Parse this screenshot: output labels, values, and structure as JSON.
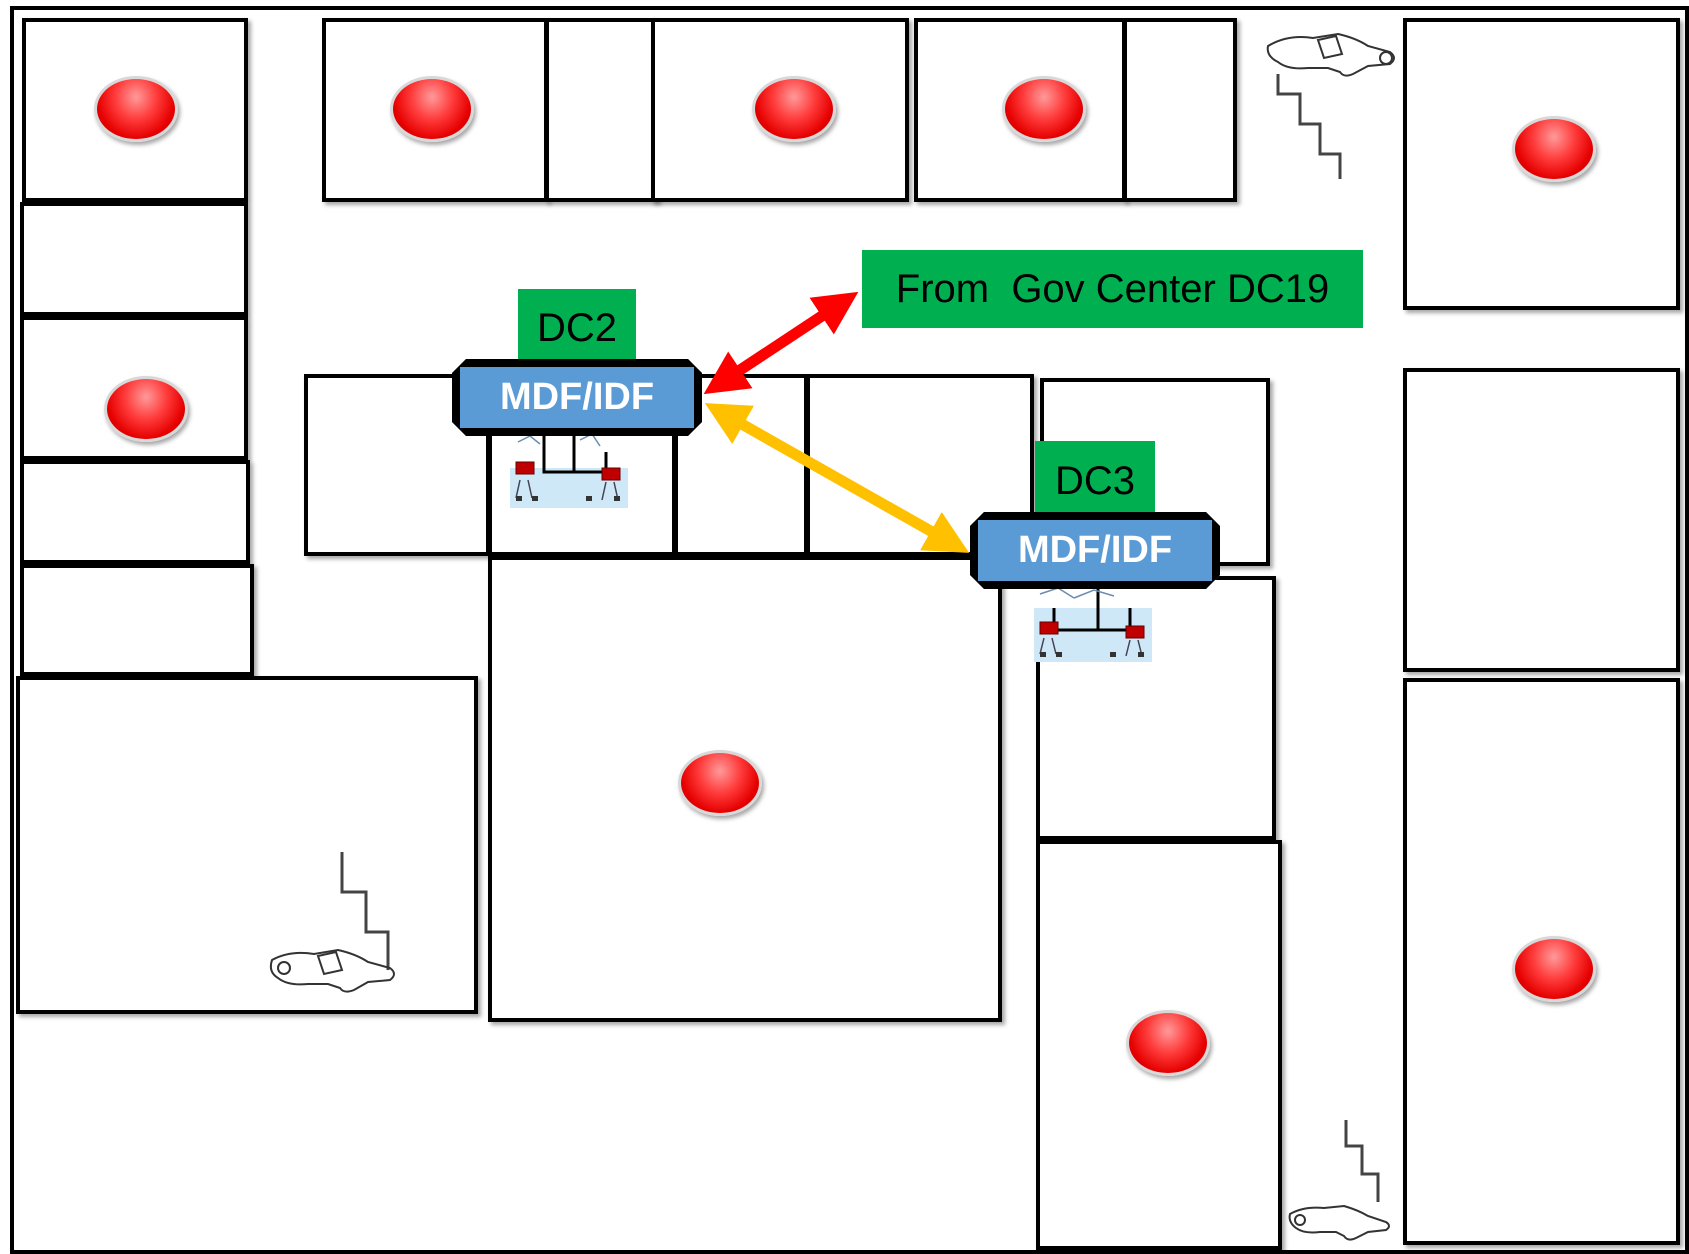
{
  "labels": {
    "source": "From  Gov Center DC19",
    "dc2": "DC2",
    "dc3": "DC3",
    "mdf_dc2": "MDF/IDF",
    "mdf_dc3": "MDF/IDF"
  },
  "colors": {
    "tag_green": "#00b050",
    "mdf_blue": "#5b9bd5",
    "link_red": "#ff0000",
    "link_yellow": "#ffc000",
    "marker_red": "#e60000"
  }
}
